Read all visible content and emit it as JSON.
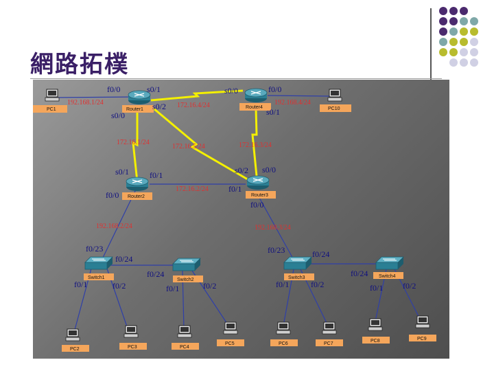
{
  "slide": {
    "title": "網路拓樸"
  },
  "colors": {
    "purple": "#4b2a6e",
    "teal": "#7fa8a8",
    "olive": "#b8bc2e",
    "lavender": "#d0d0e4"
  },
  "dots": [
    [
      "purple",
      "purple",
      "purple",
      ""
    ],
    [
      "purple",
      "purple",
      "teal",
      "teal"
    ],
    [
      "purple",
      "teal",
      "olive",
      "olive"
    ],
    [
      "teal",
      "olive",
      "olive",
      "lavender"
    ],
    [
      "olive",
      "olive",
      "lavender",
      "lavender"
    ],
    [
      "",
      "lavender",
      "lavender",
      "lavender"
    ]
  ],
  "devices": {
    "routers": [
      {
        "name": "Router1"
      },
      {
        "name": "Router4"
      },
      {
        "name": "Router2"
      },
      {
        "name": "Router3"
      }
    ],
    "switches": [
      {
        "name": "Switch1"
      },
      {
        "name": "Switch2"
      },
      {
        "name": "Switch3"
      },
      {
        "name": "Switch4"
      }
    ],
    "pcs": [
      {
        "name": "PC1"
      },
      {
        "name": "PC10"
      },
      {
        "name": "PC2"
      },
      {
        "name": "PC3"
      },
      {
        "name": "PC4"
      },
      {
        "name": "PC5"
      },
      {
        "name": "PC6"
      },
      {
        "name": "PC7"
      },
      {
        "name": "PC8"
      },
      {
        "name": "PC9"
      }
    ]
  },
  "networks": [
    "192.168.1/24",
    "192.168.4/24",
    "172.16.4/24",
    "172.16.1/24",
    "172.16.5/24",
    "172.16.3/24",
    "172.16.2/24",
    "192.168.2/24",
    "192.168.3/24"
  ],
  "ports": {
    "r1_f00": "f0/0",
    "r1_s01": "s0/1",
    "r1_s02": "s0/2",
    "r1_s00": "s0/0",
    "r4_s00": "s0/0",
    "r4_f00": "f0/0",
    "r4_s01": "s0/1",
    "r2_s01": "s0/1",
    "r2_f01": "f0/1",
    "r2_f00": "f0/0",
    "r3_s02": "s0/2",
    "r3_s00": "s0/0",
    "r3_f01": "f0/1",
    "r3_f00": "f0/0",
    "sw1_f023": "f0/23",
    "sw1_f024": "f0/24",
    "sw1_f01": "f0/1",
    "sw1_f02": "f0/2",
    "sw2_f024": "f0/24",
    "sw2_f01": "f0/1",
    "sw2_f02": "f0/2",
    "sw3_f023": "f0/23",
    "sw3_f024": "f0/24",
    "sw3_f01": "f0/1",
    "sw3_f02": "f0/2",
    "sw4_f024": "f0/24",
    "sw4_f01": "f0/1",
    "sw4_f02": "f0/2"
  }
}
